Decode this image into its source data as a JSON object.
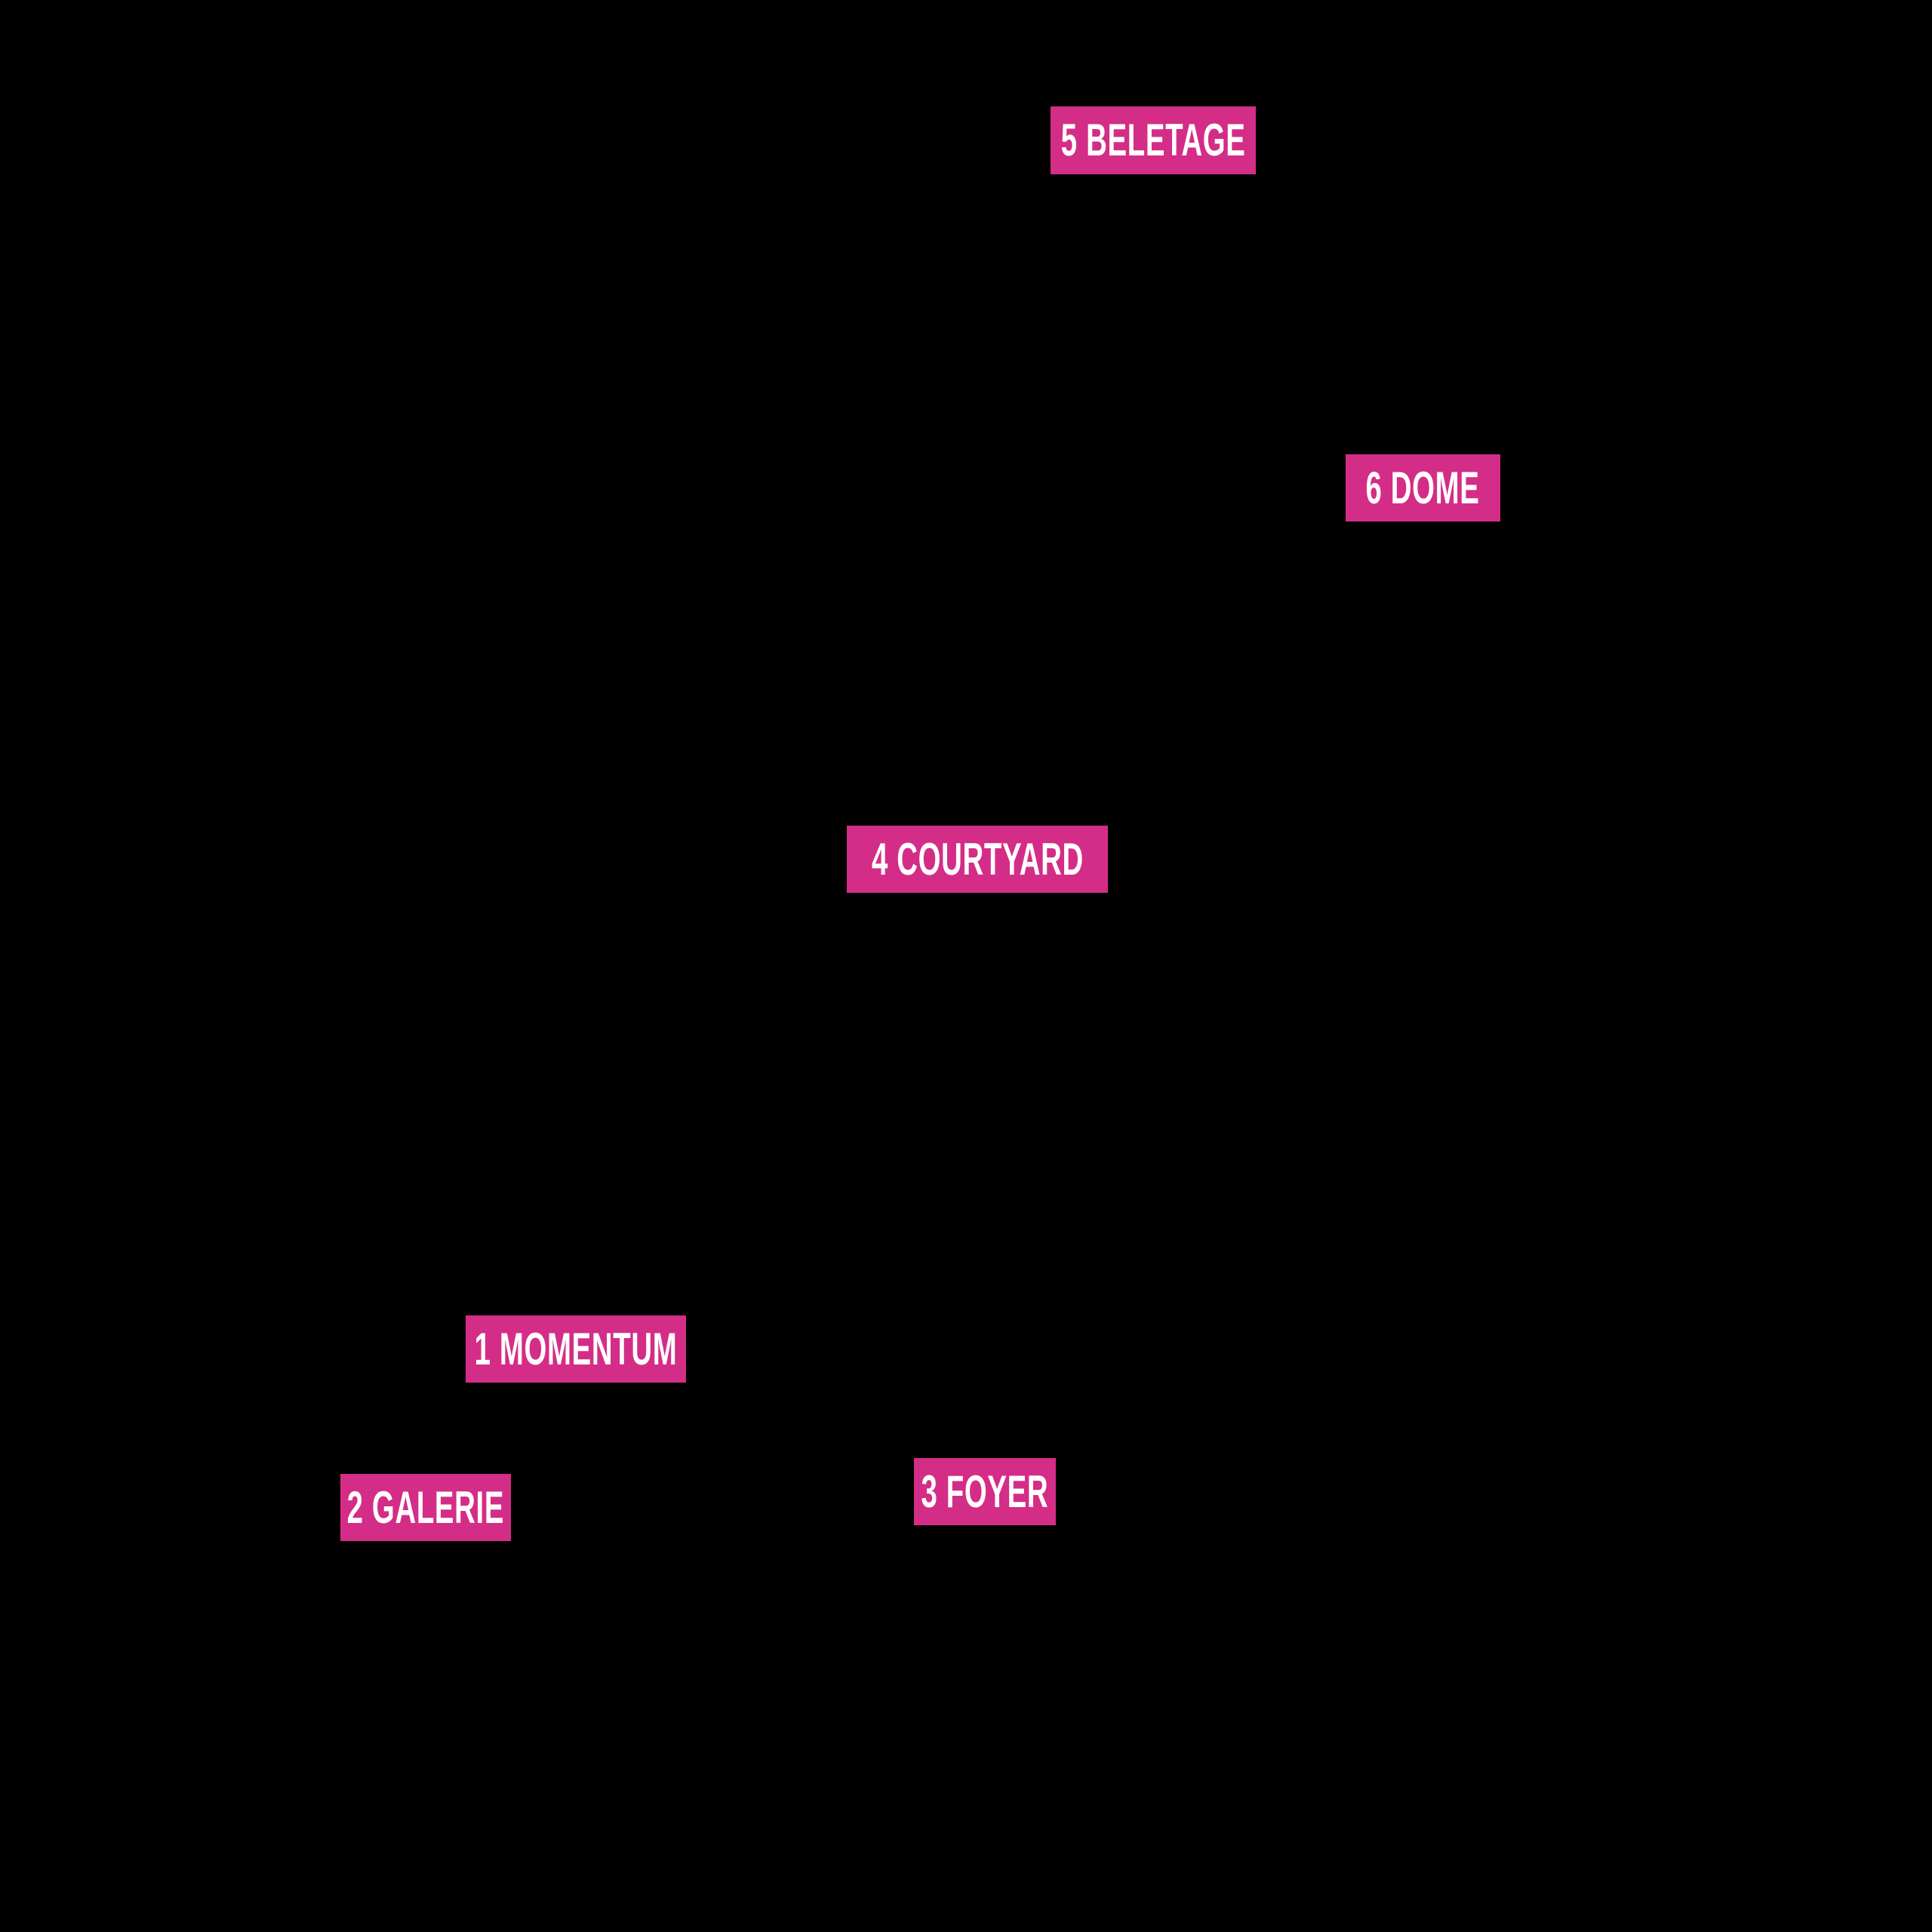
{
  "colors": {
    "page_background": "#000000",
    "label_background": "#D42D87",
    "label_text": "#FFFFFF"
  },
  "map": {
    "labels": [
      {
        "id": "momentum",
        "text": "1 MOMENTUM"
      },
      {
        "id": "galerie",
        "text": "2 GALERIE"
      },
      {
        "id": "foyer",
        "text": "3 FOYER"
      },
      {
        "id": "courtyard",
        "text": "4 COURTYARD"
      },
      {
        "id": "beletage",
        "text": "5 BELETAGE"
      },
      {
        "id": "dome",
        "text": "6 DOME"
      }
    ]
  }
}
